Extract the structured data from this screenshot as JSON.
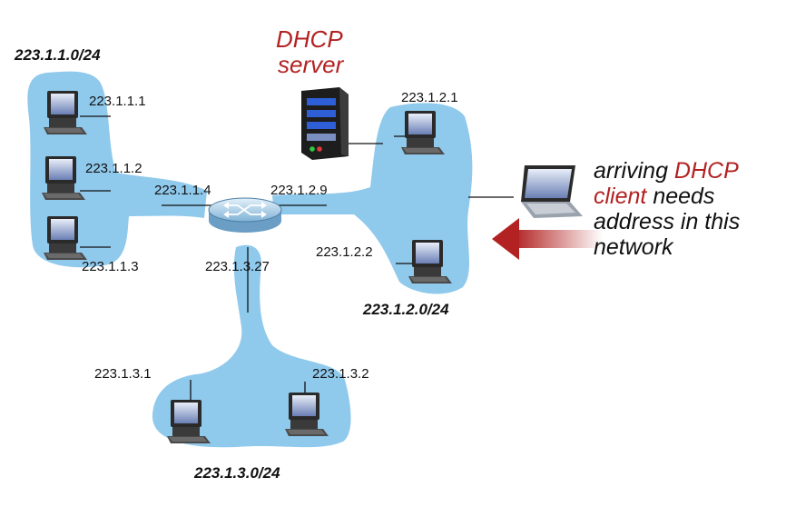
{
  "dhcp_server": {
    "line1": "DHCP",
    "line2": "server"
  },
  "subnets": {
    "a": "223.1.1.0/24",
    "b": "223.1.2.0/24",
    "c": "223.1.3.0/24"
  },
  "router_ifaces": {
    "a": "223.1.1.4",
    "b": "223.1.2.9",
    "c": "223.1.3.27"
  },
  "hosts": {
    "h111": "223.1.1.1",
    "h112": "223.1.1.2",
    "h113": "223.1.1.3",
    "h121": "223.1.2.1",
    "h122": "223.1.2.2",
    "h131": "223.1.3.1",
    "h132": "223.1.3.2"
  },
  "callout": {
    "l1a": "arriving ",
    "l1b": "DHCP",
    "l2a": "client",
    "l2b": " needs",
    "l3": "address in this",
    "l4": "network"
  },
  "colors": {
    "network_fill": "#8fc9ec",
    "accent_red": "#b22222",
    "router_fill": "#b9d8ea"
  }
}
